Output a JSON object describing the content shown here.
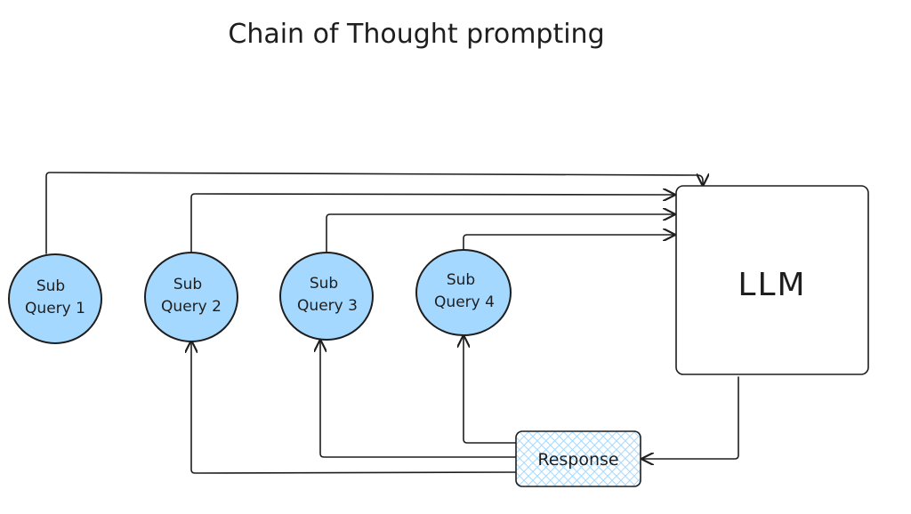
{
  "title": "Chain of Thought prompting",
  "nodes": {
    "sub_query_1": {
      "line1": "Sub",
      "line2": "Query 1"
    },
    "sub_query_2": {
      "line1": "Sub",
      "line2": "Query 2"
    },
    "sub_query_3": {
      "line1": "Sub",
      "line2": "Query 3"
    },
    "sub_query_4": {
      "line1": "Sub",
      "line2": "Query 4"
    },
    "llm": {
      "label": "LLM"
    },
    "response": {
      "label": "Response"
    }
  },
  "colors": {
    "node_fill": "#a5d8ff",
    "response_fill": "#a5d8ff",
    "stroke": "#1e1e1e",
    "background": "#ffffff"
  }
}
